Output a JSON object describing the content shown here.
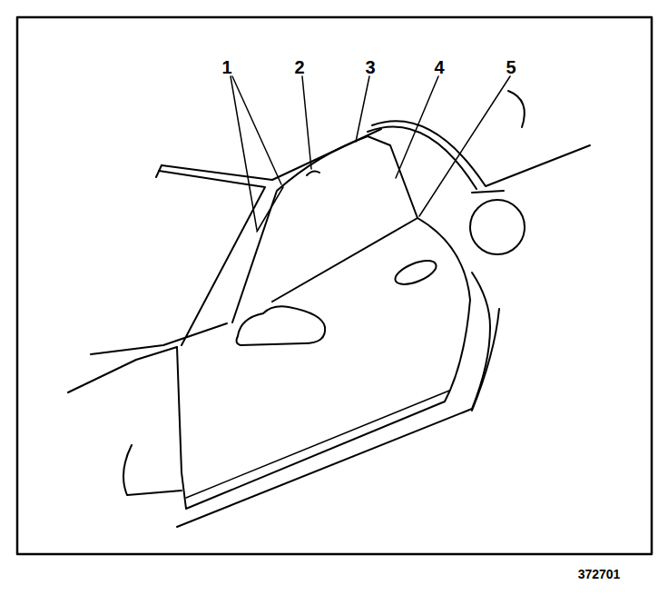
{
  "diagram": {
    "labels": [
      "1",
      "2",
      "3",
      "4",
      "5",
      "372701"
    ]
  }
}
